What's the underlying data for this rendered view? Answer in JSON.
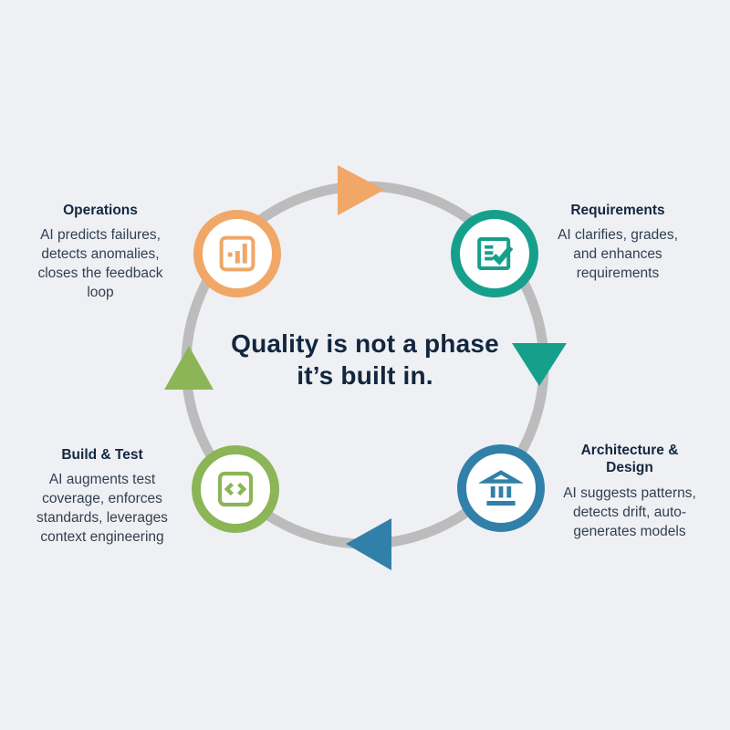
{
  "center": {
    "title": "Quality is not a phase\nit’s built in."
  },
  "phases": [
    {
      "id": "requirements",
      "label": "Requirements",
      "description": "AI clarifies, grades,\nand enhances\nrequirements",
      "icon": "checklist-icon",
      "color": "#16a08c",
      "position": "top-right"
    },
    {
      "id": "architecture-design",
      "label": "Architecture &\nDesign",
      "description": "AI suggests patterns,\ndetects drift, auto-\ngenerates models",
      "icon": "bank-building-icon",
      "color": "#3180a9",
      "position": "bottom-right"
    },
    {
      "id": "build-test",
      "label": "Build & Test",
      "description": "AI augments test\ncoverage, enforces\nstandards, leverages\ncontext engineering",
      "icon": "code-brackets-icon",
      "color": "#8bb557",
      "position": "bottom-left"
    },
    {
      "id": "operations",
      "label": "Operations",
      "description": "AI predicts failures,\ndetects anomalies,\ncloses the feedback\nloop",
      "icon": "bar-chart-icon",
      "color": "#f0a767",
      "position": "top-left"
    }
  ],
  "ring": {
    "color": "#bcbcbc",
    "arrows": [
      {
        "position": "top",
        "direction": "right",
        "color": "#f0a767"
      },
      {
        "position": "right",
        "direction": "down",
        "color": "#16a08c"
      },
      {
        "position": "bottom",
        "direction": "left",
        "color": "#3180a9"
      },
      {
        "position": "left",
        "direction": "up",
        "color": "#8bb557"
      }
    ]
  },
  "colors": {
    "background": "#eef0f4",
    "node_fill": "#ffffff",
    "heading_text": "#132740",
    "body_text": "#333f50",
    "center_title_text": "#12263e"
  }
}
